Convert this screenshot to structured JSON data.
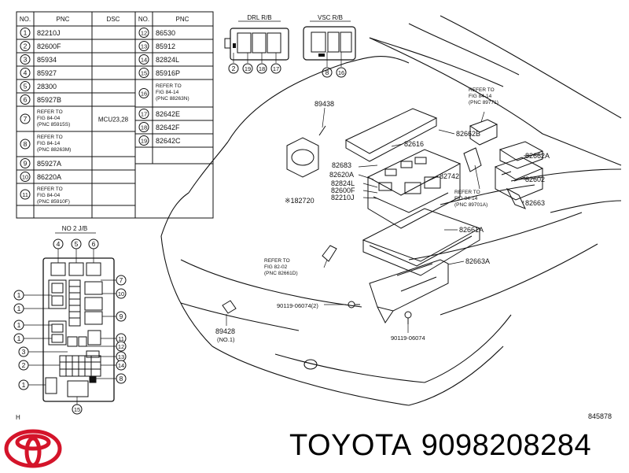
{
  "table": {
    "headers": {
      "no": "NO.",
      "pnc": "PNC",
      "dsc": "DSC",
      "no2": "NO.",
      "pnc2": "PNC"
    },
    "left_rows": [
      {
        "no": "1",
        "pnc": "82210J",
        "dsc": ""
      },
      {
        "no": "2",
        "pnc": "82600F",
        "dsc": ""
      },
      {
        "no": "3",
        "pnc": "85934",
        "dsc": ""
      },
      {
        "no": "4",
        "pnc": "85927",
        "dsc": ""
      },
      {
        "no": "5",
        "pnc": "28300",
        "dsc": ""
      },
      {
        "no": "6",
        "pnc": "85927B",
        "dsc": ""
      },
      {
        "no": "7",
        "pnc_lines": [
          "REFER TO",
          "FIG 84-04",
          "(PNC 85915S)"
        ],
        "dsc": "MCU23,28"
      },
      {
        "no": "8",
        "pnc_lines": [
          "REFER TO",
          "FIG 84-14",
          "(PNC 88263M)"
        ],
        "dsc": ""
      },
      {
        "no": "9",
        "pnc": "85927A",
        "dsc": ""
      },
      {
        "no": "10",
        "pnc": "86220A",
        "dsc": ""
      },
      {
        "no": "11",
        "pnc_lines": [
          "REFER TO",
          "FIG 84-04",
          "(PNC 85910F)"
        ],
        "dsc": ""
      }
    ],
    "right_rows": [
      {
        "no": "12",
        "pnc": "86530"
      },
      {
        "no": "13",
        "pnc": "85912"
      },
      {
        "no": "14",
        "pnc": "82824L"
      },
      {
        "no": "15",
        "pnc": "85916P"
      },
      {
        "no": "16",
        "pnc_lines": [
          "REFER TO",
          "FIG 84-14",
          "(PNC 88263N)"
        ]
      },
      {
        "no": "17",
        "pnc": "82642E"
      },
      {
        "no": "18",
        "pnc": "82642F"
      },
      {
        "no": "19",
        "pnc": "82642C"
      }
    ]
  },
  "drl": {
    "title": "DRL R/B",
    "callouts": [
      "2",
      "19",
      "18",
      "17"
    ]
  },
  "vsc": {
    "title": "VSC R/B",
    "callouts": [
      "8",
      "16"
    ]
  },
  "jb": {
    "title": "NO 2 J/B",
    "top_callouts": [
      "4",
      "5",
      "6"
    ],
    "left_callouts": [
      "1",
      "1",
      "1",
      "1",
      "3",
      "2",
      "1"
    ],
    "right_callouts": [
      "7",
      "10",
      "9",
      "11",
      "12",
      "13",
      "14",
      "8"
    ],
    "bottom_callout": "15",
    "corner_mark": "H"
  },
  "parts": {
    "p89438": "89438",
    "p82616": "82616",
    "p82662B": "82662B",
    "p82683": "82683",
    "p82620A": "82620A",
    "p82742": "82742",
    "p82824L": "82824L",
    "p82600F": "82600F",
    "p82210J": "82210J",
    "p182720": "※182720",
    "p82662A": "82662A",
    "p82602": "82602",
    "p82663": "82663",
    "p82661A": "82661A",
    "p82663A": "82663A",
    "p89428": "89428",
    "p89428b": "(NO.1)",
    "bolt1": "90119-06074(2)",
    "bolt2": "90119-06074"
  },
  "refer_blocks": {
    "r89771": [
      "REFER TO",
      "FIG 84-14",
      "(PNC 89771)"
    ],
    "r89701A": [
      "REFER TO",
      "FIG 84-14",
      "(PNC 89701A)"
    ],
    "r82661D": [
      "REFER TO",
      "FIG 82-02",
      "(PNC 82661D)"
    ]
  },
  "diagram_id": "845878",
  "brand": {
    "name": "TOYOTA",
    "part_number": "9098208284",
    "logo_icon": "toyota-logo-icon",
    "logo_color": "#d4142a"
  }
}
